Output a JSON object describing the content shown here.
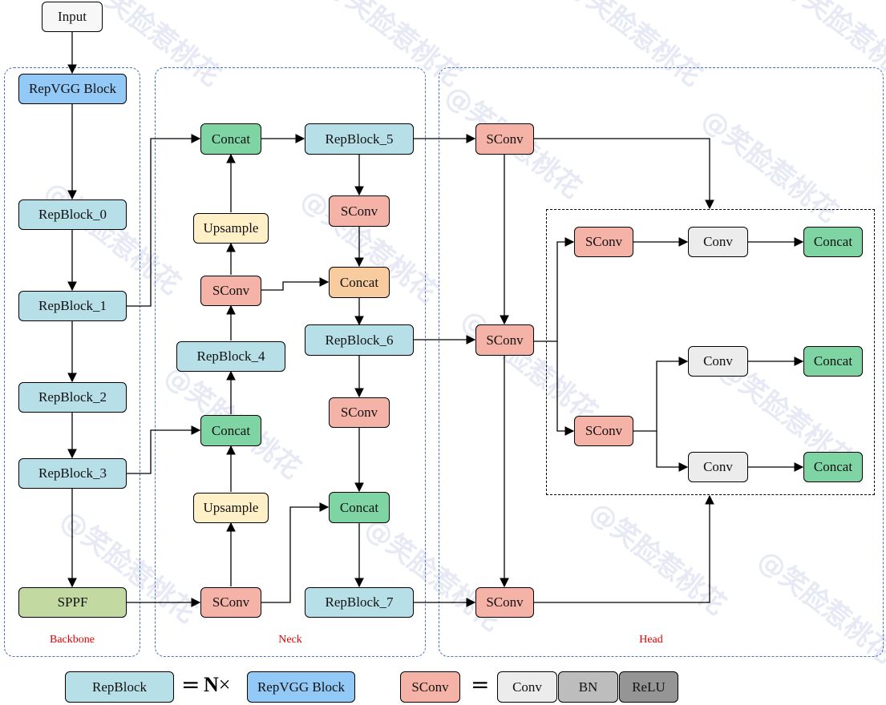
{
  "colors": {
    "repvgg": "#93c9f7",
    "repblock": "#b7dfe8",
    "sconv": "#f5b3a8",
    "concat_green": "#7fd4a4",
    "concat_orange": "#f9ccA0",
    "upsample": "#fff0c8",
    "sppf": "#c3d9a2",
    "conv": "#ececec",
    "bn": "#bdbdbd",
    "relu": "#959595",
    "input": "#f7f7f7",
    "region_border": "#4a72c4",
    "region_label": "#e00000"
  },
  "regions": {
    "backbone": "Backbone",
    "neck": "Neck",
    "head": "Head"
  },
  "nodes": {
    "input": "Input",
    "repvgg": "RepVGG Block",
    "rb0": "RepBlock_0",
    "rb1": "RepBlock_1",
    "rb2": "RepBlock_2",
    "rb3": "RepBlock_3",
    "sppf": "SPPF",
    "n_concat1": "Concat",
    "n_up1": "Upsample",
    "n_sconv1": "SConv",
    "n_rb4": "RepBlock_4",
    "n_concat2": "Concat",
    "n_up2": "Upsample",
    "n_sconv0": "SConv",
    "n_rb5": "RepBlock_5",
    "n_sconv2": "SConv",
    "n_concat3": "Concat",
    "n_rb6": "RepBlock_6",
    "n_sconv3": "SConv",
    "n_concat4": "Concat",
    "n_rb7": "RepBlock_7",
    "h_sconv_top": "SConv",
    "h_sconv_mid": "SConv",
    "h_sconv_bot": "SConv",
    "h_sconv_a": "SConv",
    "h_conv_a": "Conv",
    "h_concat_a": "Concat",
    "h_sconv_b": "SConv",
    "h_conv_b1": "Conv",
    "h_concat_b1": "Concat",
    "h_conv_b2": "Conv",
    "h_concat_b2": "Concat"
  },
  "legend": {
    "repblock": "RepBlock",
    "equals1": "=",
    "n_symbol": "N",
    "times": "×",
    "repvgg": "RepVGG Block",
    "sconv": "SConv",
    "equals2": "=",
    "conv": "Conv",
    "bn": "BN",
    "relu": "ReLU"
  },
  "watermark": "@笑脸惹桃花"
}
